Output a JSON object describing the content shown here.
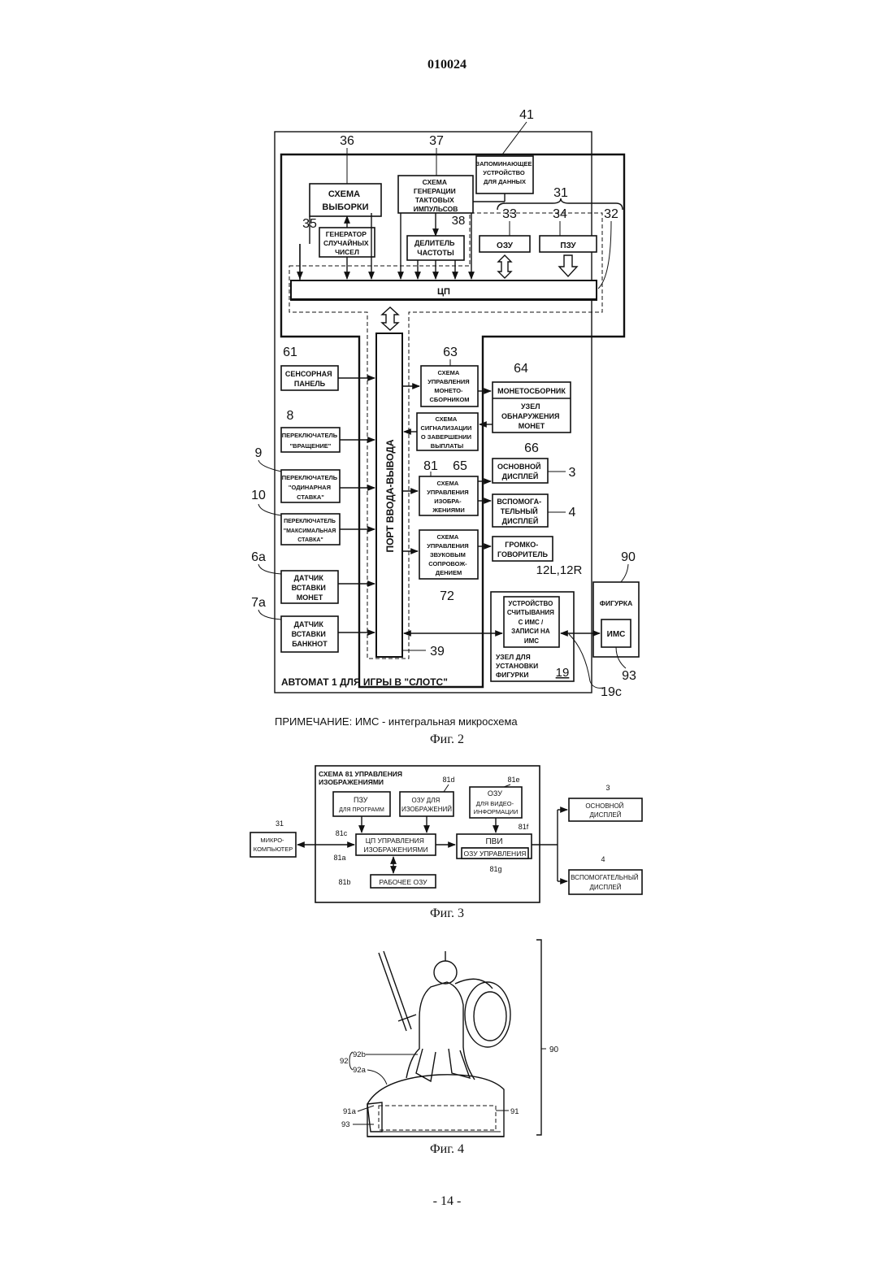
{
  "page": {
    "number": "010024",
    "footer": "- 14 -"
  },
  "fig2": {
    "caption": "Фиг. 2",
    "note": "ПРИМЕЧАНИЕ:  ИМС - интегральная микросхема",
    "machine_label": "АВТОМАТ 1 ДЛЯ ИГРЫ В \"СЛОТС\"",
    "refs": {
      "r41": "41",
      "r36": "36",
      "r37": "37",
      "r31": "31",
      "r38": "38",
      "r33": "33",
      "r34": "34",
      "r32": "32",
      "r35": "35",
      "r61": "61",
      "r63": "63",
      "r64": "64",
      "r8": "8",
      "r66": "66",
      "r9": "9",
      "r81": "81",
      "r65": "65",
      "r3": "3",
      "r10": "10",
      "r4": "4",
      "r90": "90",
      "r6a": "6a",
      "r12": "12L,12R",
      "r72": "72",
      "r7a": "7a",
      "r39": "39",
      "r93": "93",
      "r19c": "19c",
      "r19": "19"
    },
    "blocks": {
      "memory": [
        "ЗАПОМИНАЮЩЕЕ",
        "УСТРОЙСТВО",
        "ДЛЯ ДАННЫХ"
      ],
      "sampling": [
        "СХЕМА",
        "ВЫБОРКИ"
      ],
      "clock": [
        "СХЕМА",
        "ГЕНЕРАЦИИ",
        "ТАКТОВЫХ",
        "ИМПУЛЬСОВ"
      ],
      "rng": [
        "ГЕНЕРАТОР",
        "СЛУЧАЙНЫХ",
        "ЧИСЕЛ"
      ],
      "divider": [
        "ДЕЛИТЕЛЬ",
        "ЧАСТОТЫ"
      ],
      "ram": "ОЗУ",
      "rom": "ПЗУ",
      "cpu": "ЦП",
      "io_port": "ПОРТ ВВОДА-ВЫВОДА",
      "touch": [
        "СЕНСОРНАЯ",
        "ПАНЕЛЬ"
      ],
      "sw_spin": [
        "ПЕРЕКЛЮЧАТЕЛЬ",
        "\"ВРАЩЕНИЕ\""
      ],
      "sw_single": [
        "ПЕРЕКЛЮЧАТЕЛЬ",
        "\"ОДИНАРНАЯ",
        "СТАВКА\""
      ],
      "sw_max": [
        "ПЕРЕКЛЮЧАТЕЛЬ",
        "\"МАКСИМАЛЬНАЯ",
        "СТАВКА\""
      ],
      "coin_sensor": [
        "ДАТЧИК",
        "ВСТАВКИ",
        "МОНЕТ"
      ],
      "bill_sensor": [
        "ДАТЧИК",
        "ВСТАВКИ",
        "БАНКНОТ"
      ],
      "hopper_ctrl": [
        "СХЕМА",
        "УПРАВЛЕНИЯ",
        "МОНЕТО-",
        "СБОРНИКОМ"
      ],
      "payout": [
        "СХЕМА",
        "СИГНАЛИЗАЦИИ",
        "О ЗАВЕРШЕНИИ",
        "ВЫПЛАТЫ"
      ],
      "image_ctrl": [
        "СХЕМА",
        "УПРАВЛЕНИЯ",
        "ИЗОБРА-",
        "ЖЕНИЯМИ"
      ],
      "sound_ctrl": [
        "СХЕМА",
        "УПРАВЛЕНИЯ",
        "ЗВУКОВЫМ",
        "СОПРОВОЖ-",
        "ДЕНИЕМ"
      ],
      "hopper": "МОНЕТОСБОРНИК",
      "coin_detect": [
        "УЗЕЛ",
        "ОБНАРУЖЕНИЯ",
        "МОНЕТ"
      ],
      "main_display": [
        "ОСНОВНОЙ",
        "ДИСПЛЕЙ"
      ],
      "sub_display": [
        "ВСПОМОГА-",
        "ТЕЛЬНЫЙ",
        "ДИСПЛЕЙ"
      ],
      "speaker": [
        "ГРОМКО-",
        "ГОВОРИТЕЛЬ"
      ],
      "rw_device": [
        "УСТРОЙСТВО",
        "СЧИТЫВАНИЯ",
        "С ИМС /",
        "ЗАПИСИ НА",
        "ИМС"
      ],
      "mount": [
        "УЗЕЛ ДЛЯ",
        "УСТАНОВКИ",
        "ФИГУРКИ"
      ],
      "figure": "ФИГУРКА",
      "ic": "ИМС"
    }
  },
  "fig3": {
    "caption": "Фиг. 3",
    "title": [
      "СХЕМА 81 УПРАВЛЕНИЯ",
      "ИЗОБРАЖЕНИЯМИ"
    ],
    "rom": [
      "ПЗУ",
      "ДЛЯ ПРОГРАММ"
    ],
    "vram": [
      "ОЗУ  ДЛЯ",
      "ИЗОБРАЖЕНИЙ"
    ],
    "video_ram": [
      "ОЗУ",
      "ДЛЯ  ВИДЕО-",
      "ИНФОРМАЦИИ"
    ],
    "cpu": [
      "ЦП УПРАВЛЕНИЯ",
      "ИЗОБРАЖЕНИЯМИ"
    ],
    "vdp": "ПВИ",
    "ctrl_ram": "ОЗУ УПРАВЛЕНИЯ",
    "work_ram": "РАБОЧЕЕ  ОЗУ",
    "micro": [
      "МИКРО-",
      "КОМПЬЮТЕР"
    ],
    "main_display": [
      "ОСНОВНОЙ",
      "ДИСПЛЕЙ"
    ],
    "sub_display": [
      "ВСПОМОГАТЕЛЬНЫЙ",
      "ДИСПЛЕЙ"
    ],
    "refs": {
      "r31": "31",
      "r81d": "81d",
      "r81e": "81e",
      "r81c": "81c",
      "r81f": "81f",
      "r81a": "81a",
      "r81g": "81g",
      "r81b": "81b",
      "r3": "3",
      "r4": "4"
    }
  },
  "fig4": {
    "caption": "Фиг. 4",
    "refs": {
      "r90": "90",
      "r92": "92",
      "r92a": "92a",
      "r92b": "92b",
      "r91a": "91a",
      "r91": "91",
      "r93": "93"
    }
  }
}
